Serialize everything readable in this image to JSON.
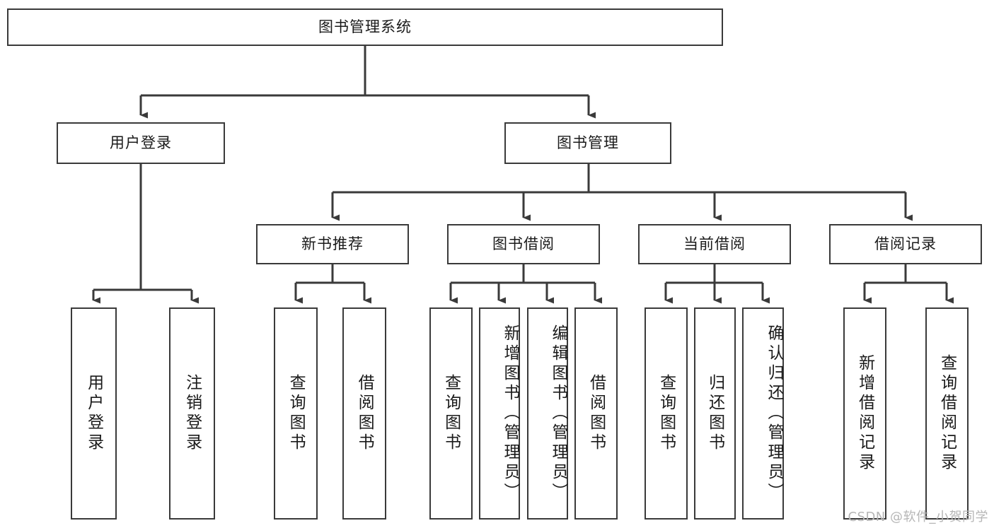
{
  "diagram": {
    "title": "图书管理系统",
    "root": {
      "label": "图书管理系统"
    },
    "level2": [
      {
        "label": "用户登录"
      },
      {
        "label": "图书管理"
      }
    ],
    "level3": [
      {
        "label": "新书推荐"
      },
      {
        "label": "图书借阅"
      },
      {
        "label": "当前借阅"
      },
      {
        "label": "借阅记录"
      }
    ],
    "leaves": {
      "user_login": [
        {
          "label": "用户登录"
        },
        {
          "label": "注销登录"
        }
      ],
      "new_book_recommend": [
        {
          "label": "查询图书"
        },
        {
          "label": "借阅图书"
        }
      ],
      "book_borrow": [
        {
          "label": "查询图书"
        },
        {
          "label": "新增图书（管理员）"
        },
        {
          "label": "编辑图书（管理员）"
        },
        {
          "label": "借阅图书"
        }
      ],
      "current_borrow": [
        {
          "label": "查询图书"
        },
        {
          "label": "归还图书"
        },
        {
          "label": "确认归还（管理员）"
        }
      ],
      "borrow_record": [
        {
          "label": "新增借阅记录"
        },
        {
          "label": "查询借阅记录"
        }
      ]
    }
  },
  "watermark": {
    "text": "CSDN @软件_小贺同学"
  },
  "colors": {
    "stroke": "#3a3a3a",
    "box_fill": "#ffffff",
    "text": "#1a1a1a",
    "background": "#ffffff",
    "watermark": "#b6b6b6"
  }
}
